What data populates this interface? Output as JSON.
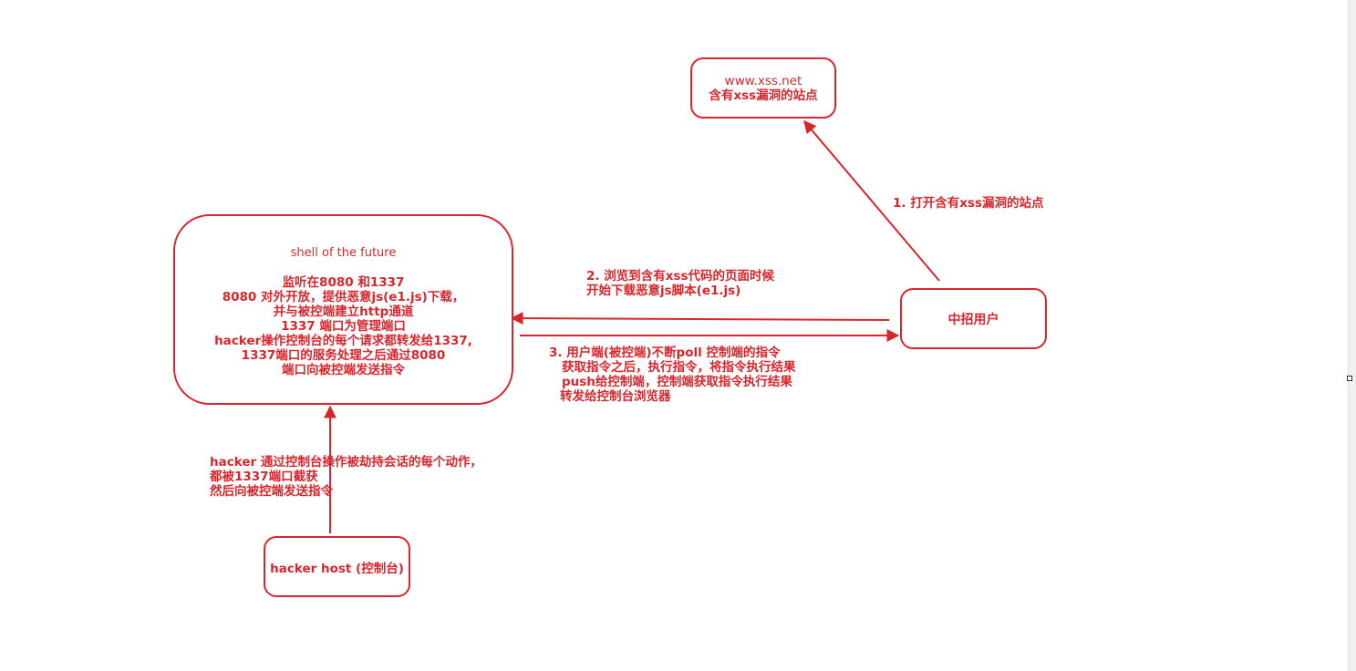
{
  "nodes": {
    "site": {
      "line1": "www.xss.net",
      "line2": "含有xss漏洞的站点"
    },
    "user": {
      "label": "中招用户"
    },
    "hacker": {
      "label": "hacker host (控制台)"
    },
    "shell": {
      "title": "shell of the future",
      "lines": [
        "监听在8080 和1337",
        "8080 对外开放，提供恶意js(e1.js)下载，",
        "并与被控端建立http通道",
        "1337 端口为管理端口",
        "hacker操作控制台的每个请求都转发给1337,",
        "1337端口的服务处理之后通过8080",
        "端口向被控端发送指令"
      ]
    }
  },
  "edges": {
    "step1": {
      "text": "1. 打开含有xss漏洞的站点"
    },
    "step2": {
      "lines": [
        "2. 浏览到含有xss代码的页面时候",
        "开始下载恶意js脚本(e1.js)"
      ]
    },
    "step3": {
      "lines": [
        "3.  用户端(被控端)不断poll 控制端的指令",
        "获取指令之后，执行指令，将指令执行结果",
        "push给控制端，控制端获取指令执行结果",
        "转发给控制台浏览器"
      ]
    },
    "hacker_to_shell": {
      "lines": [
        "hacker 通过控制台操作被劫持会话的每个动作，",
        "都被1337端口截获",
        "然后向被控端发送指令"
      ]
    }
  },
  "colors": {
    "accent": "#d9262c",
    "background": "#ffffff"
  }
}
